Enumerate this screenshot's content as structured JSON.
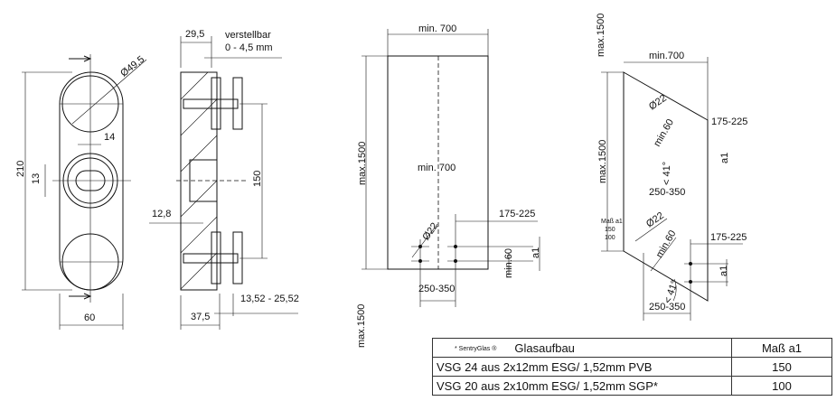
{
  "front_view": {
    "d_outer": "Ø49,5",
    "height": "210",
    "width": "60",
    "slot_w": "14",
    "slot_h": "13"
  },
  "side_view": {
    "depth": "29,5",
    "adjust_label": "verstellbar",
    "adjust_range": "0 - 4,5 mm",
    "hole_spacing": "150",
    "offset": "12,8",
    "total": "37,5",
    "glass_range": "13,52 - 25,52"
  },
  "rect_panel": {
    "width_top": "min. 700",
    "width_mid": "min. 700",
    "height": "max.1500",
    "height_bottom": "max.1500",
    "hole_d": "Ø22",
    "edge_range": "175-225",
    "min_edge": "min.60",
    "a1": "a1",
    "spacing": "250-350"
  },
  "trap_panel": {
    "height_top": "max.1500",
    "width_top": "min.700",
    "height": "max.1500",
    "hole_d_top": "Ø22",
    "min_top": "min.60",
    "angle_top": "< 41°",
    "spacing_mid": "250-350",
    "range_top": "175-225",
    "a1_top": "a1",
    "legend_title": "Maß a1",
    "legend_v1": "150",
    "legend_v2": "100",
    "hole_d_bot": "Ø22",
    "min_bot": "min.60",
    "range_bot": "175-225",
    "a1_bot": "a1",
    "angle_bot": "< 41°",
    "spacing_bot": "250-350"
  },
  "table": {
    "note": "* SentryGlas ®",
    "header_glass": "Glasaufbau",
    "header_a1": "Maß a1",
    "rows": [
      {
        "glass": "VSG 24 aus 2x12mm ESG/ 1,52mm PVB",
        "a1": "150"
      },
      {
        "glass": "VSG 20 aus 2x10mm ESG/ 1,52mm SGP*",
        "a1": "100"
      }
    ]
  }
}
